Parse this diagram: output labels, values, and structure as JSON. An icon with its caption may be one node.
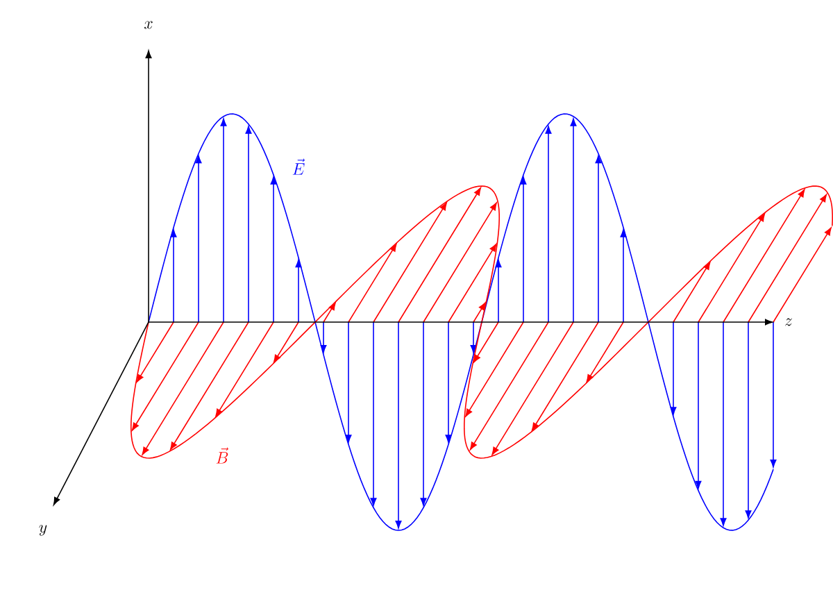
{
  "diagram": {
    "labels": [
      "x",
      "z",
      "y",
      "\\vec{E}",
      "\\vec{B}"
    ]
  }
}
